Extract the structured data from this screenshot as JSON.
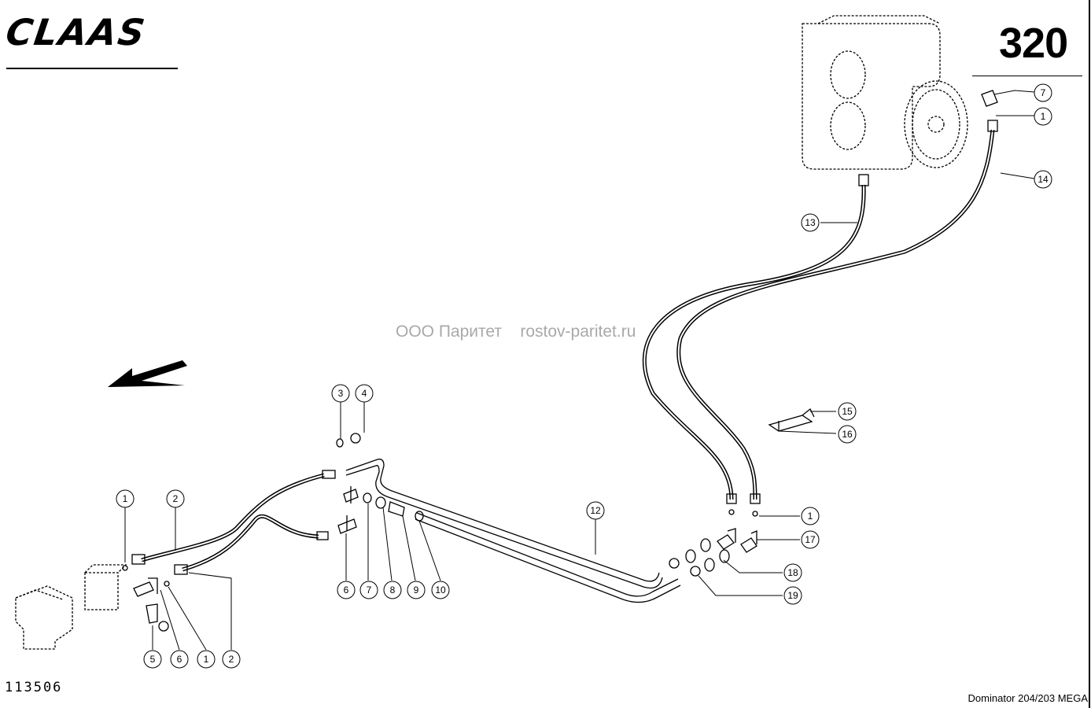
{
  "header": {
    "brand": "CLAAS",
    "page_number": "320"
  },
  "footer": {
    "drawing_number": "113506",
    "model_caption": "Dominator 204/203 MEGA"
  },
  "watermark": {
    "text": "OOO Паритет    rostov-paritet.ru"
  },
  "callouts": [
    {
      "id": "c-7-top",
      "label": "7"
    },
    {
      "id": "c-1-top",
      "label": "1"
    },
    {
      "id": "c-14",
      "label": "14"
    },
    {
      "id": "c-13",
      "label": "13"
    },
    {
      "id": "c-3",
      "label": "3"
    },
    {
      "id": "c-4",
      "label": "4"
    },
    {
      "id": "c-15",
      "label": "15"
    },
    {
      "id": "c-16",
      "label": "16"
    },
    {
      "id": "c-1-left",
      "label": "1"
    },
    {
      "id": "c-2-left",
      "label": "2"
    },
    {
      "id": "c-12",
      "label": "12"
    },
    {
      "id": "c-1-right",
      "label": "1"
    },
    {
      "id": "c-17",
      "label": "17"
    },
    {
      "id": "c-18",
      "label": "18"
    },
    {
      "id": "c-19",
      "label": "19"
    },
    {
      "id": "c-6-mid",
      "label": "6"
    },
    {
      "id": "c-7-mid",
      "label": "7"
    },
    {
      "id": "c-8",
      "label": "8"
    },
    {
      "id": "c-9",
      "label": "9"
    },
    {
      "id": "c-10",
      "label": "10"
    },
    {
      "id": "c-5",
      "label": "5"
    },
    {
      "id": "c-6-bottom",
      "label": "6"
    },
    {
      "id": "c-1-bottom",
      "label": "1"
    },
    {
      "id": "c-2-bottom",
      "label": "2"
    }
  ]
}
